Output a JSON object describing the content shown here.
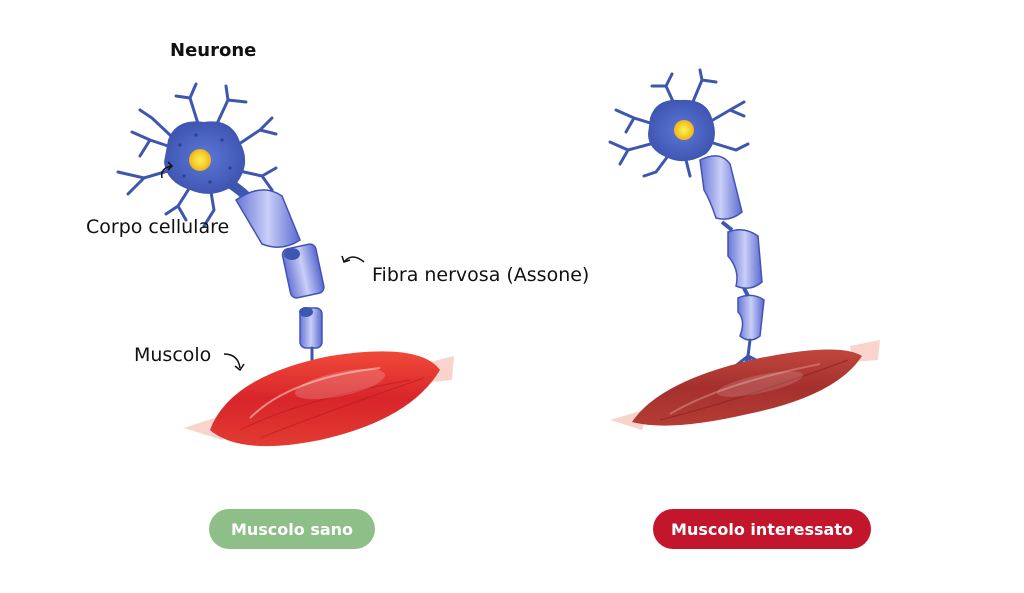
{
  "labels": {
    "neuron_title": "Neurone",
    "cell_body": "Corpo cellulare",
    "nerve_fiber": "Fibra nervosa (Assone)",
    "muscle": "Muscolo"
  },
  "badges": {
    "healthy": "Muscolo sano",
    "affected": "Muscolo interessato"
  },
  "colors": {
    "healthy_badge": "#8fbf89",
    "affected_badge": "#c3152c",
    "neuron_blue": "#3d56b0",
    "nucleus_yellow": "#f2c614",
    "muscle_red": "#d8252a",
    "muscle_dark_red": "#a5302d"
  }
}
